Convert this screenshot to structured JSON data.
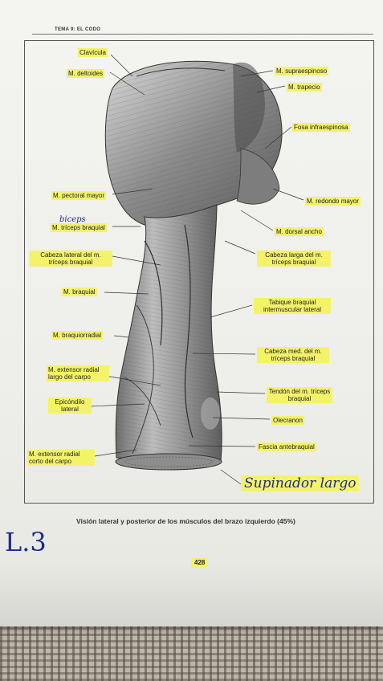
{
  "page": {
    "header": "TEMA 9: EL CODO",
    "caption": "Visión lateral y posterior de los músculos del brazo izquierdo (45%)",
    "page_number": "428"
  },
  "labels_left": [
    {
      "id": "clavicula",
      "text": "Clavícula"
    },
    {
      "id": "deltoides",
      "text": "M. deltoides"
    },
    {
      "id": "pectoral",
      "text": "M. pectoral mayor"
    },
    {
      "id": "triceps-braquial",
      "text": "M. tríceps braquial"
    },
    {
      "id": "cabeza-lateral",
      "text": "Cabeza lateral del m. tríceps braquial"
    },
    {
      "id": "braquial",
      "text": "M. braquial"
    },
    {
      "id": "braquiorradial",
      "text": "M. braquiorradial"
    },
    {
      "id": "ext-radial-largo",
      "text": "M. extensor radial largo del carpo"
    },
    {
      "id": "epicondilo",
      "text": "Epicóndilo lateral"
    },
    {
      "id": "ext-radial-corto",
      "text": "M. extensor radial corto del carpo"
    }
  ],
  "labels_right": [
    {
      "id": "supraespinoso",
      "text": "M. supraespinoso"
    },
    {
      "id": "trapecio",
      "text": "M. trapecio"
    },
    {
      "id": "fosa",
      "text": "Fosa infraespinosa"
    },
    {
      "id": "redondo",
      "text": "M. redondo mayor"
    },
    {
      "id": "dorsal",
      "text": "M. dorsal ancho"
    },
    {
      "id": "cabeza-larga",
      "text": "Cabeza larga del m. tríceps braquial"
    },
    {
      "id": "tabique",
      "text": "Tabique braquial intermuscular lateral"
    },
    {
      "id": "cabeza-med",
      "text": "Cabeza med. del m. tríceps braquial"
    },
    {
      "id": "tendon",
      "text": "Tendón del m. tríceps braquial"
    },
    {
      "id": "olecranon",
      "text": "Olecranon"
    },
    {
      "id": "fascia",
      "text": "Fascia antebraquial"
    }
  ],
  "handwriting": {
    "biceps": "biceps",
    "supinador": "Supinador largo",
    "margin": "L.3"
  },
  "colors": {
    "highlight": "#f3f36a",
    "ink_blue": "#1d2a8a"
  }
}
